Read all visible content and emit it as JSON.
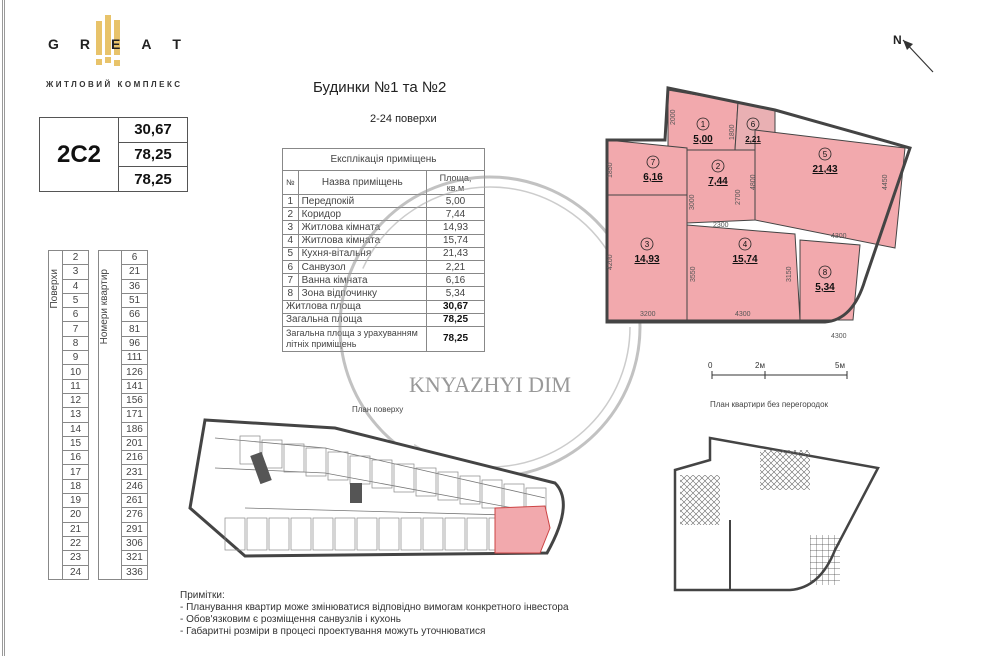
{
  "logo": {
    "letters": [
      "G",
      "R",
      "E",
      "A",
      "T"
    ],
    "subtitle": "ЖИТЛОВИЙ КОМПЛЕКС",
    "bar_color": "#e8c36a"
  },
  "apartment": {
    "code": "2C2",
    "living_area": "30,67",
    "total_area": "78,25",
    "total_area_summer": "78,25"
  },
  "header": {
    "title": "Будинки №1 та №2",
    "floors": "2-24 поверхи"
  },
  "explication": {
    "title": "Експлікація приміщень",
    "col_no": "№",
    "col_name": "Назва приміщень",
    "col_area": "Площа, кв.м",
    "rows": [
      {
        "no": "1",
        "name": "Передпокій",
        "area": "5,00"
      },
      {
        "no": "2",
        "name": "Коридор",
        "area": "7,44"
      },
      {
        "no": "3",
        "name": "Житлова кімната",
        "area": "14,93"
      },
      {
        "no": "4",
        "name": "Житлова кімната",
        "area": "15,74"
      },
      {
        "no": "5",
        "name": "Кухня-вітальня",
        "area": "21,43"
      },
      {
        "no": "6",
        "name": "Санвузол",
        "area": "2,21"
      },
      {
        "no": "7",
        "name": "Ванна кімната",
        "area": "6,16"
      },
      {
        "no": "8",
        "name": "Зона відпочинку",
        "area": "5,34"
      }
    ],
    "summary": [
      {
        "label": "Житлова площа",
        "value": "30,67"
      },
      {
        "label": "Загальна площа",
        "value": "78,25"
      },
      {
        "label": "Загальна площа з урахуванням літніх приміщень",
        "value": "78,25"
      }
    ]
  },
  "floors_table": {
    "floors_label": "Поверхи",
    "apartments_label": "Номери квартир",
    "floors": [
      "2",
      "3",
      "4",
      "5",
      "6",
      "7",
      "8",
      "9",
      "10",
      "11",
      "12",
      "13",
      "14",
      "15",
      "16",
      "17",
      "18",
      "19",
      "20",
      "21",
      "22",
      "23",
      "24"
    ],
    "apartments": [
      "6",
      "21",
      "36",
      "51",
      "66",
      "81",
      "96",
      "111",
      "126",
      "141",
      "156",
      "171",
      "186",
      "201",
      "216",
      "231",
      "246",
      "261",
      "276",
      "291",
      "306",
      "321",
      "336"
    ]
  },
  "plan": {
    "room_color": "#f2a9ad",
    "rooms": [
      {
        "no": "1",
        "area": "5,00"
      },
      {
        "no": "2",
        "area": "7,44"
      },
      {
        "no": "3",
        "area": "14,93"
      },
      {
        "no": "4",
        "area": "15,74"
      },
      {
        "no": "5",
        "area": "21,43"
      },
      {
        "no": "6",
        "area": "2,21"
      },
      {
        "no": "7",
        "area": "6,16"
      },
      {
        "no": "8",
        "area": "5,34"
      }
    ],
    "dims": [
      "2300",
      "4300",
      "4300",
      "3200",
      "4300",
      "4450",
      "4800",
      "2700",
      "3000",
      "3550",
      "3150",
      "4200",
      "1850",
      "2000",
      "1800"
    ],
    "north": "N",
    "scale": {
      "zero": "0",
      "mid": "2м",
      "end": "5м"
    }
  },
  "floor_plan_label": "План поверху",
  "open_plan_label": "План квартири без перегородок",
  "notes": {
    "title": "Примітки:",
    "items": [
      "- Планування квартир може змінюватися відповідно вимогам конкретного інвестора",
      "- Обов'язковим є розміщення санвузлів і кухонь",
      "- Габаритні розміри в процесі проектування можуть уточнюватися"
    ]
  },
  "watermark": "KNYAZHYI DIM"
}
